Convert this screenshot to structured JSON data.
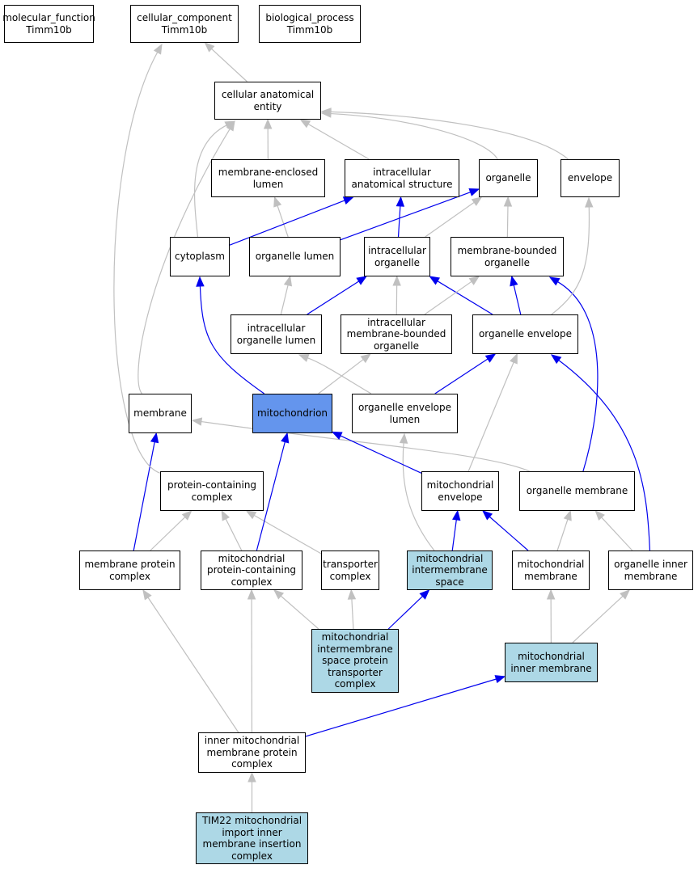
{
  "colors": {
    "node_default": "#ffffff",
    "node_focus": "#6495ed",
    "node_highlight": "#add8e6",
    "edge_default": "#c0c0c0",
    "edge_path": "#0000ee",
    "border": "#000000"
  },
  "nodes": {
    "molecular_function": {
      "lines": [
        "molecular_function",
        "Timm10b"
      ],
      "style": "default"
    },
    "cellular_component": {
      "lines": [
        "cellular_component",
        "Timm10b"
      ],
      "style": "default"
    },
    "biological_process": {
      "lines": [
        "biological_process",
        "Timm10b"
      ],
      "style": "default"
    },
    "cellular_anatomical_entity": {
      "lines": [
        "cellular anatomical",
        "entity"
      ],
      "style": "default"
    },
    "membrane_enclosed_lumen": {
      "lines": [
        "membrane-enclosed",
        "lumen"
      ],
      "style": "default"
    },
    "intracellular_anatomical_structure": {
      "lines": [
        "intracellular",
        "anatomical structure"
      ],
      "style": "default"
    },
    "organelle": {
      "lines": [
        "organelle"
      ],
      "style": "default"
    },
    "envelope": {
      "lines": [
        "envelope"
      ],
      "style": "default"
    },
    "cytoplasm": {
      "lines": [
        "cytoplasm"
      ],
      "style": "default"
    },
    "organelle_lumen": {
      "lines": [
        "organelle lumen"
      ],
      "style": "default"
    },
    "intracellular_organelle": {
      "lines": [
        "intracellular",
        "organelle"
      ],
      "style": "default"
    },
    "membrane_bounded_organelle": {
      "lines": [
        "membrane-bounded",
        "organelle"
      ],
      "style": "default"
    },
    "intracellular_organelle_lumen": {
      "lines": [
        "intracellular",
        "organelle lumen"
      ],
      "style": "default"
    },
    "intracellular_membrane_bounded_organelle": {
      "lines": [
        "intracellular",
        "membrane-bounded",
        "organelle"
      ],
      "style": "default"
    },
    "organelle_envelope": {
      "lines": [
        "organelle envelope"
      ],
      "style": "default"
    },
    "membrane": {
      "lines": [
        "membrane"
      ],
      "style": "default"
    },
    "mitochondrion": {
      "lines": [
        "mitochondrion"
      ],
      "style": "focus"
    },
    "organelle_envelope_lumen": {
      "lines": [
        "organelle envelope",
        "lumen"
      ],
      "style": "default"
    },
    "protein_containing_complex": {
      "lines": [
        "protein-containing",
        "complex"
      ],
      "style": "default"
    },
    "mitochondrial_envelope": {
      "lines": [
        "mitochondrial",
        "envelope"
      ],
      "style": "default"
    },
    "organelle_membrane": {
      "lines": [
        "organelle membrane"
      ],
      "style": "default"
    },
    "membrane_protein_complex": {
      "lines": [
        "membrane protein",
        "complex"
      ],
      "style": "default"
    },
    "mitochondrial_protein_containing_complex": {
      "lines": [
        "mitochondrial",
        "protein-containing",
        "complex"
      ],
      "style": "default"
    },
    "transporter_complex": {
      "lines": [
        "transporter",
        "complex"
      ],
      "style": "default"
    },
    "mitochondrial_intermembrane_space": {
      "lines": [
        "mitochondrial",
        "intermembrane",
        "space"
      ],
      "style": "highlight"
    },
    "mitochondrial_membrane": {
      "lines": [
        "mitochondrial",
        "membrane"
      ],
      "style": "default"
    },
    "organelle_inner_membrane": {
      "lines": [
        "organelle inner",
        "membrane"
      ],
      "style": "default"
    },
    "mitochondrial_intermembrane_space_protein_transporter_complex": {
      "lines": [
        "mitochondrial",
        "intermembrane",
        "space protein",
        "transporter",
        "complex"
      ],
      "style": "highlight"
    },
    "mitochondrial_inner_membrane": {
      "lines": [
        "mitochondrial",
        "inner membrane"
      ],
      "style": "highlight"
    },
    "inner_mitochondrial_membrane_protein_complex": {
      "lines": [
        "inner mitochondrial",
        "membrane protein",
        "complex"
      ],
      "style": "default"
    },
    "tim22_complex": {
      "lines": [
        "TIM22 mitochondrial",
        "import inner",
        "membrane insertion",
        "complex"
      ],
      "style": "highlight"
    }
  },
  "edges": [
    {
      "from": "cellular_anatomical_entity",
      "to": "cellular_component",
      "kind": "default"
    },
    {
      "from": "protein_containing_complex",
      "to": "cellular_component",
      "kind": "default"
    },
    {
      "from": "membrane_enclosed_lumen",
      "to": "cellular_anatomical_entity",
      "kind": "default"
    },
    {
      "from": "intracellular_anatomical_structure",
      "to": "cellular_anatomical_entity",
      "kind": "default"
    },
    {
      "from": "organelle",
      "to": "cellular_anatomical_entity",
      "kind": "default"
    },
    {
      "from": "envelope",
      "to": "cellular_anatomical_entity",
      "kind": "default"
    },
    {
      "from": "cytoplasm",
      "to": "cellular_anatomical_entity",
      "kind": "default"
    },
    {
      "from": "membrane",
      "to": "cellular_anatomical_entity",
      "kind": "default"
    },
    {
      "from": "cytoplasm",
      "to": "intracellular_anatomical_structure",
      "kind": "path"
    },
    {
      "from": "organelle_lumen",
      "to": "organelle",
      "kind": "path"
    },
    {
      "from": "organelle_lumen",
      "to": "membrane_enclosed_lumen",
      "kind": "default"
    },
    {
      "from": "intracellular_organelle",
      "to": "intracellular_anatomical_structure",
      "kind": "path"
    },
    {
      "from": "intracellular_organelle",
      "to": "organelle",
      "kind": "default"
    },
    {
      "from": "membrane_bounded_organelle",
      "to": "organelle",
      "kind": "default"
    },
    {
      "from": "intracellular_organelle_lumen",
      "to": "organelle_lumen",
      "kind": "default"
    },
    {
      "from": "intracellular_organelle_lumen",
      "to": "intracellular_organelle",
      "kind": "path"
    },
    {
      "from": "intracellular_membrane_bounded_organelle",
      "to": "intracellular_organelle",
      "kind": "default"
    },
    {
      "from": "intracellular_membrane_bounded_organelle",
      "to": "membrane_bounded_organelle",
      "kind": "default"
    },
    {
      "from": "organelle_envelope",
      "to": "intracellular_organelle",
      "kind": "path"
    },
    {
      "from": "organelle_envelope",
      "to": "membrane_bounded_organelle",
      "kind": "path"
    },
    {
      "from": "organelle_envelope",
      "to": "envelope",
      "kind": "default"
    },
    {
      "from": "mitochondrion",
      "to": "cytoplasm",
      "kind": "path"
    },
    {
      "from": "mitochondrion",
      "to": "intracellular_membrane_bounded_organelle",
      "kind": "default"
    },
    {
      "from": "organelle_envelope_lumen",
      "to": "organelle_envelope",
      "kind": "path"
    },
    {
      "from": "organelle_envelope_lumen",
      "to": "intracellular_organelle_lumen",
      "kind": "default"
    },
    {
      "from": "mitochondrial_envelope",
      "to": "mitochondrion",
      "kind": "path"
    },
    {
      "from": "mitochondrial_envelope",
      "to": "organelle_envelope",
      "kind": "default"
    },
    {
      "from": "organelle_membrane",
      "to": "membrane",
      "kind": "default"
    },
    {
      "from": "organelle_membrane",
      "to": "membrane_bounded_organelle",
      "kind": "path"
    },
    {
      "from": "membrane_protein_complex",
      "to": "membrane",
      "kind": "path"
    },
    {
      "from": "membrane_protein_complex",
      "to": "protein_containing_complex",
      "kind": "default"
    },
    {
      "from": "mitochondrial_protein_containing_complex",
      "to": "protein_containing_complex",
      "kind": "default"
    },
    {
      "from": "mitochondrial_protein_containing_complex",
      "to": "mitochondrion",
      "kind": "path"
    },
    {
      "from": "transporter_complex",
      "to": "protein_containing_complex",
      "kind": "default"
    },
    {
      "from": "mitochondrial_intermembrane_space",
      "to": "mitochondrial_envelope",
      "kind": "path"
    },
    {
      "from": "mitochondrial_intermembrane_space",
      "to": "organelle_envelope_lumen",
      "kind": "default"
    },
    {
      "from": "mitochondrial_membrane",
      "to": "mitochondrial_envelope",
      "kind": "path"
    },
    {
      "from": "mitochondrial_membrane",
      "to": "organelle_membrane",
      "kind": "default"
    },
    {
      "from": "organelle_inner_membrane",
      "to": "organelle_membrane",
      "kind": "default"
    },
    {
      "from": "organelle_inner_membrane",
      "to": "organelle_envelope",
      "kind": "path"
    },
    {
      "from": "mitochondrial_intermembrane_space_protein_transporter_complex",
      "to": "mitochondrial_intermembrane_space",
      "kind": "path"
    },
    {
      "from": "mitochondrial_intermembrane_space_protein_transporter_complex",
      "to": "transporter_complex",
      "kind": "default"
    },
    {
      "from": "mitochondrial_intermembrane_space_protein_transporter_complex",
      "to": "mitochondrial_protein_containing_complex",
      "kind": "default"
    },
    {
      "from": "mitochondrial_inner_membrane",
      "to": "mitochondrial_membrane",
      "kind": "default"
    },
    {
      "from": "mitochondrial_inner_membrane",
      "to": "organelle_inner_membrane",
      "kind": "default"
    },
    {
      "from": "inner_mitochondrial_membrane_protein_complex",
      "to": "mitochondrial_inner_membrane",
      "kind": "path"
    },
    {
      "from": "inner_mitochondrial_membrane_protein_complex",
      "to": "mitochondrial_protein_containing_complex",
      "kind": "default"
    },
    {
      "from": "inner_mitochondrial_membrane_protein_complex",
      "to": "membrane_protein_complex",
      "kind": "default"
    },
    {
      "from": "tim22_complex",
      "to": "inner_mitochondrial_membrane_protein_complex",
      "kind": "default"
    }
  ]
}
